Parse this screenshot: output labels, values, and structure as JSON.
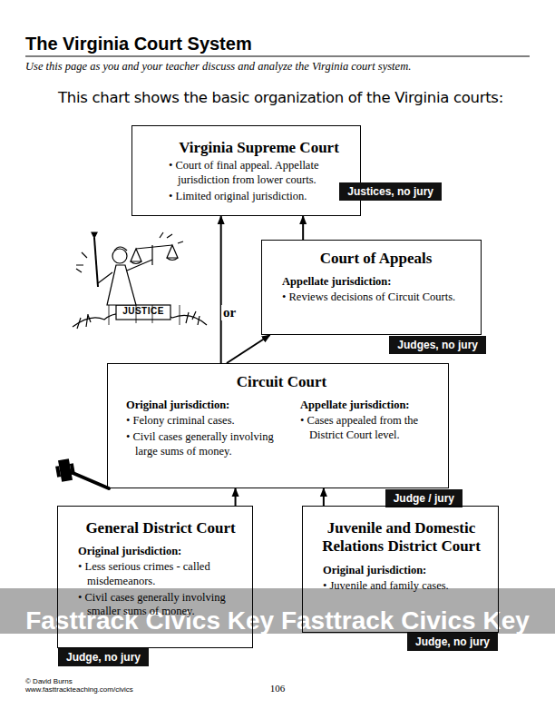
{
  "diagram": {
    "title": "The Virginia Court System",
    "nodes": [
      {
        "text": [
          "Virginia Supreme Court",
          "• Court of final appeal. Appellate jurisdiction from lower courts.",
          "• Limited original jurisdiction.",
          "Justices, no jury"
        ]
      },
      {
        "text": [
          "Court of Appeals",
          "Appellate jurisdiction:",
          "• Reviews decisions of Circuit Courts.",
          "Judges, no jury"
        ]
      },
      {
        "text": [
          "Circuit Court",
          "Original jurisdiction:",
          "• Felony criminal cases.",
          "• Civil cases generally involving large sums of money.",
          "Appellate jurisdiction:",
          "• Cases appealed from the District Court level.",
          "Judge / jury"
        ]
      },
      {
        "text": [
          "General District Court",
          "Original jurisdiction:",
          "• Less serious crimes - called misdemeanors.",
          "• Civil cases generally involving smaller sums of money.",
          "Judge, no jury"
        ]
      },
      {
        "text": [
          "Juvenile and Domestic Relations District Court",
          "Original jurisdiction:",
          "• Juvenile and family cases.",
          "Judge, no jury"
        ]
      }
    ],
    "edges": [
      {
        "from": 3,
        "to": 2,
        "arrow": "to"
      },
      {
        "from": 4,
        "to": 2,
        "arrow": "to"
      },
      {
        "from": 2,
        "to": 0,
        "arrow": "to"
      },
      {
        "from": 2,
        "to": 1,
        "arrow": "to"
      },
      {
        "from": 1,
        "to": 0,
        "arrow": "to"
      }
    ],
    "labels": [
      "Use this page as you and your teacher discuss and analyze the Virginia court system.",
      "This chart shows the basic organization of the Virginia courts:",
      "or",
      "JUSTICE",
      "Fasttrack Civics Key Fasttrack Civics Key",
      "© David Burns",
      "www.fasttrackteaching.com/civics",
      "106"
    ]
  }
}
